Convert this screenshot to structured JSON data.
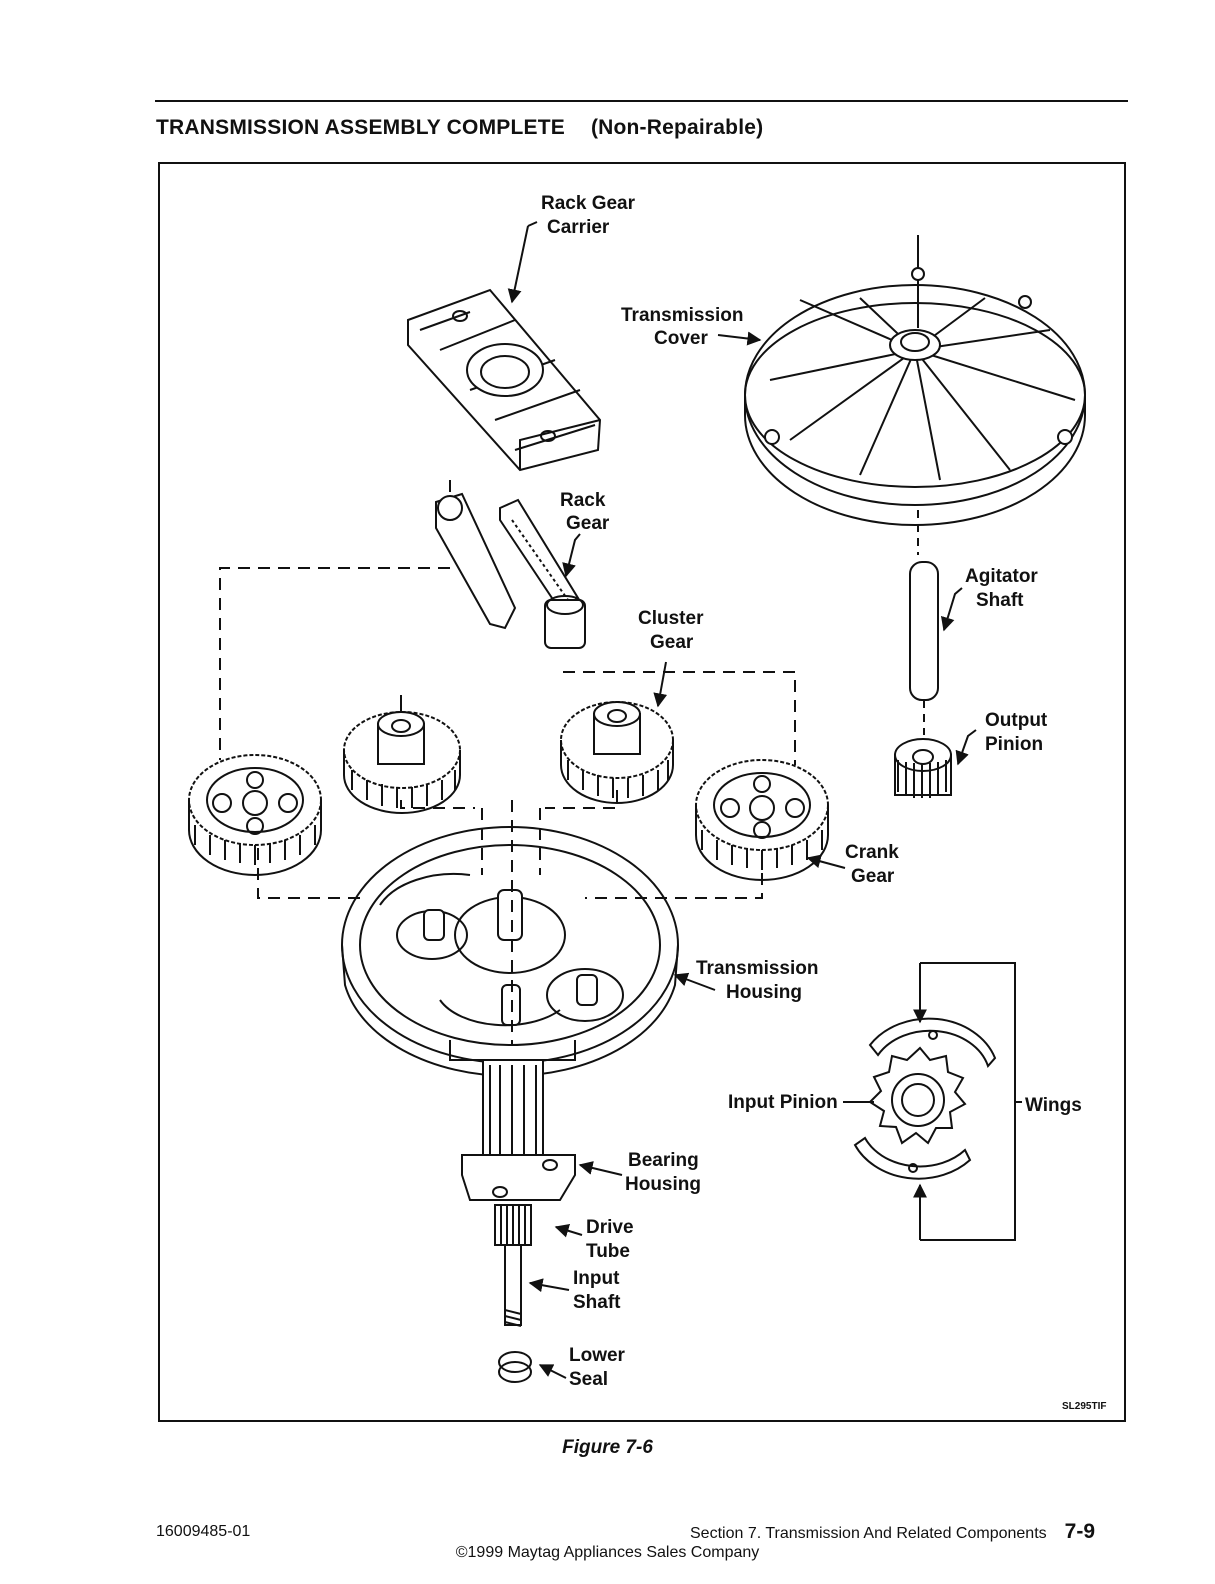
{
  "heading": {
    "title": "TRANSMISSION ASSEMBLY COMPLETE",
    "subtitle": "(Non-Repairable)"
  },
  "figure": {
    "labels": {
      "rack_gear_carrier_1": "Rack Gear",
      "rack_gear_carrier_2": "Carrier",
      "transmission_cover_1": "Transmission",
      "transmission_cover_2": "Cover",
      "rack_gear_1": "Rack",
      "rack_gear_2": "Gear",
      "agitator_shaft_1": "Agitator",
      "agitator_shaft_2": "Shaft",
      "cluster_gear_1": "Cluster",
      "cluster_gear_2": "Gear",
      "output_pinion_1": "Output",
      "output_pinion_2": "Pinion",
      "crank_gear_1": "Crank",
      "crank_gear_2": "Gear",
      "transmission_housing_1": "Transmission",
      "transmission_housing_2": "Housing",
      "input_pinion": "Input Pinion",
      "wings": "Wings",
      "bearing_housing_1": "Bearing",
      "bearing_housing_2": "Housing",
      "drive_tube_1": "Drive",
      "drive_tube_2": "Tube",
      "input_shaft_1": "Input",
      "input_shaft_2": "Shaft",
      "lower_seal_1": "Lower",
      "lower_seal_2": "Seal"
    },
    "code": "SL295TIF",
    "caption": "Figure 7-6"
  },
  "footer": {
    "doc_number": "16009485-01",
    "section": "Section 7. Transmission And Related Components",
    "page": "7-9",
    "copyright": "©1999 Maytag Appliances Sales Company"
  }
}
